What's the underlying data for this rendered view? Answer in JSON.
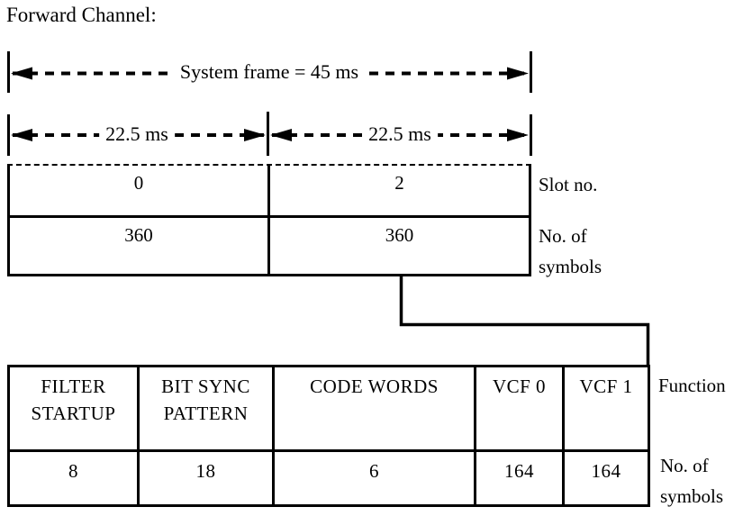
{
  "title": "Forward Channel:",
  "frame_arrow": {
    "label": "System frame = 45 ms"
  },
  "slot_arrows": {
    "left": "22.5 ms",
    "right": "22.5 ms"
  },
  "slot_table": {
    "slots": [
      "0",
      "2"
    ],
    "symbols": [
      "360",
      "360"
    ],
    "row_labels": {
      "slots": "Slot no.",
      "symbols": "No. of symbols"
    }
  },
  "function_table": {
    "functions": [
      "FILTER STARTUP",
      "BIT SYNC PATTERN",
      "CODE WORDS",
      "VCF 0",
      "VCF 1"
    ],
    "symbols": [
      "8",
      "18",
      "6",
      "164",
      "164"
    ],
    "row_labels": {
      "functions": "Function",
      "symbols": "No. of symbols"
    }
  },
  "colors": {
    "ink": "#000000",
    "background": "#ffffff"
  }
}
